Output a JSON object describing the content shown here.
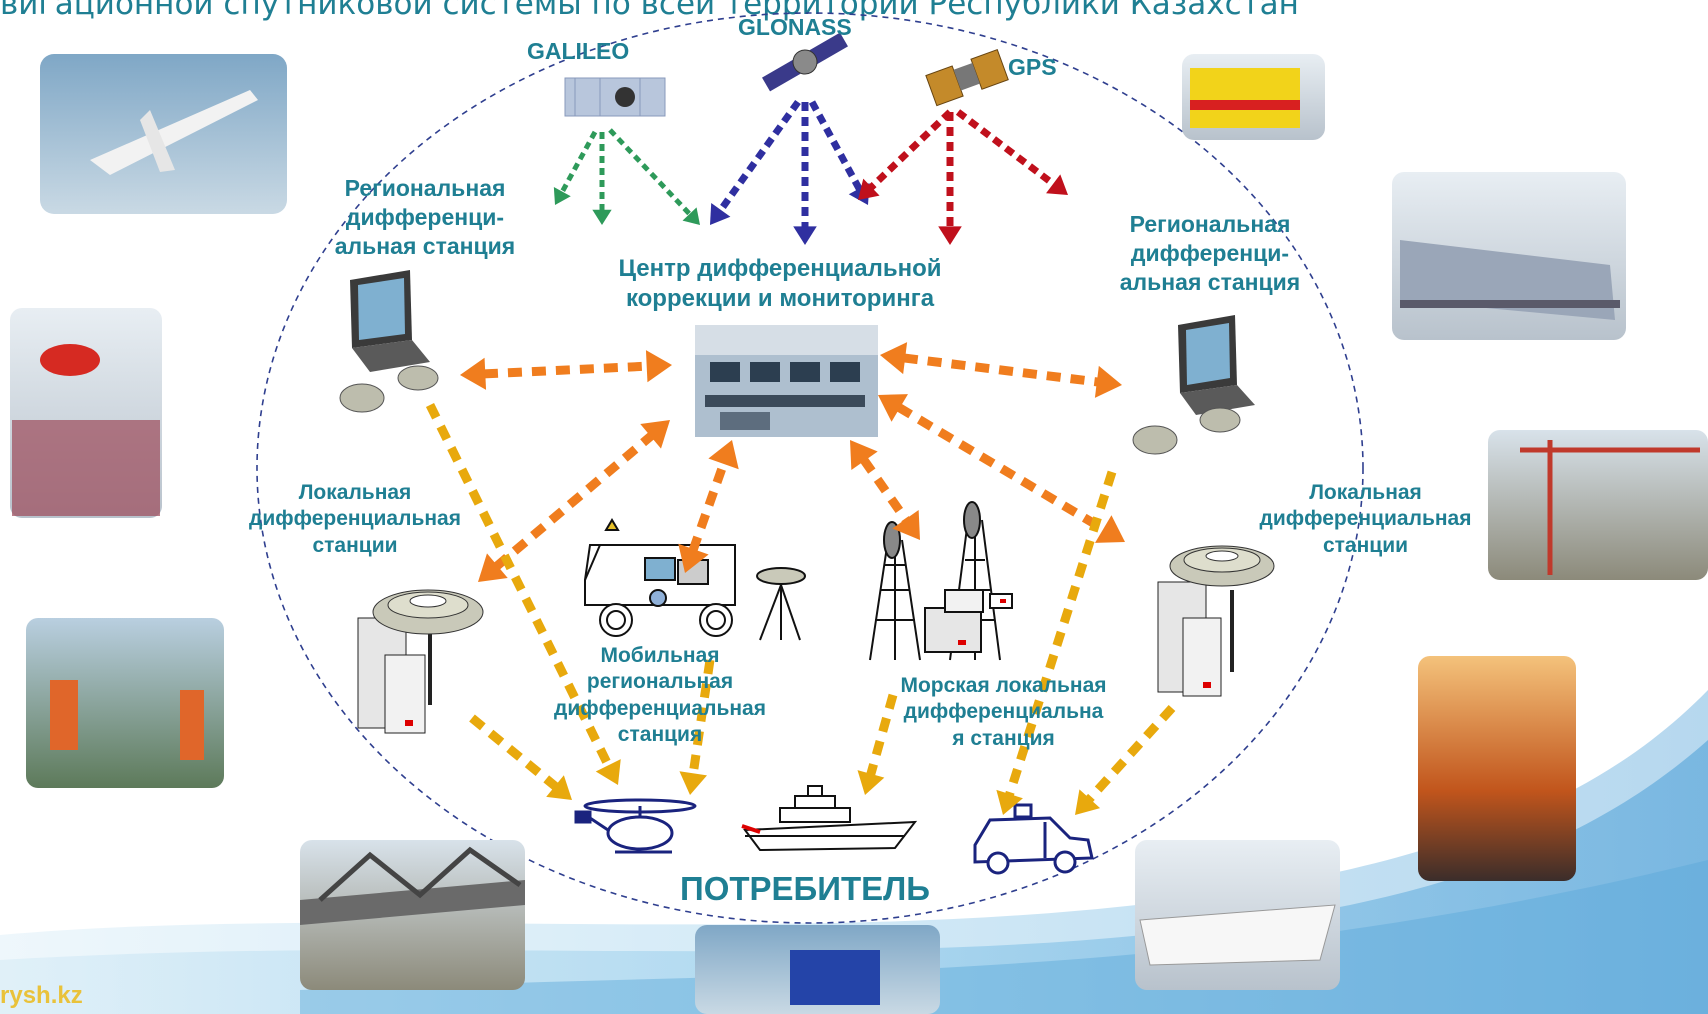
{
  "title": "вигационной спутниковой системы по всей территории Республики Казахстан",
  "satellites": {
    "galileo": "GALILEO",
    "glonass": "GLONASS",
    "gps": "GPS"
  },
  "labels": {
    "regional_left": [
      "Региональная",
      "дифференци-",
      "альная станция"
    ],
    "regional_right": [
      "Региональная",
      "дифференци-",
      "альная станция"
    ],
    "center": [
      "Центр дифференциальной",
      "коррекции и мониторинга"
    ],
    "local_left": [
      "Локальная",
      "дифференциальная",
      "станции"
    ],
    "local_right": [
      "Локальная",
      "дифференциальная",
      "станции"
    ],
    "mobile": [
      "Мобильная",
      "региональная",
      "дифференциальная",
      "станция"
    ],
    "marine": [
      "Морская локальная",
      "дифференциальна",
      "я станция"
    ],
    "consumer": "ПОТРЕБИТЕЛЬ"
  },
  "footer": "rysh.kz",
  "colors": {
    "text": "#1f7f93",
    "orange": "#f07d1e",
    "amber": "#e8a90d",
    "green": "#2e9a5a",
    "blue": "#2f2fa0",
    "red": "#c0101c",
    "navy": "#1a237e"
  }
}
